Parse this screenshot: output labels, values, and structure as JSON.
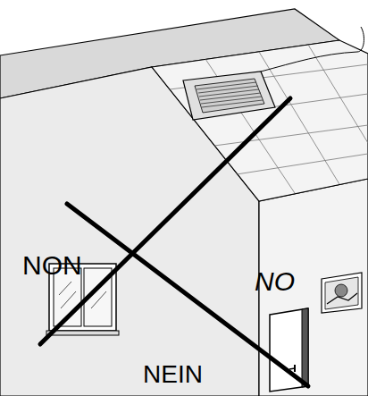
{
  "diagram": {
    "labels": [
      "NON",
      "NO",
      "NEIN"
    ]
  }
}
